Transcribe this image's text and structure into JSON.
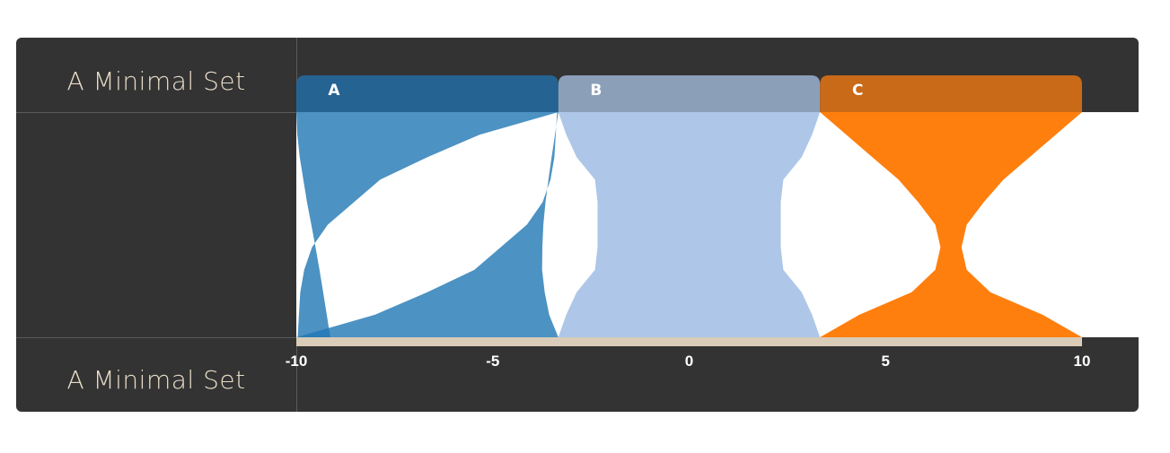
{
  "rows": {
    "top_title": "A Minimal Set",
    "bottom_title": "A Minimal Set"
  },
  "colors": {
    "panel": "#333333",
    "axis_bar": "#d9ccb8",
    "title_text": "#e8dcc8"
  },
  "chart_data": {
    "type": "area",
    "shape": "violin",
    "xlim": [
      -10,
      10
    ],
    "x_ticks": [
      -10,
      -5,
      0,
      5,
      10
    ],
    "x_tick_labels": [
      "-10",
      "-5",
      "0",
      "5",
      "10"
    ],
    "sets": [
      {
        "label": "A",
        "color": "#1f77b4",
        "header_color": "#24679b",
        "x_range": [
          -10,
          -3.33
        ],
        "lobes": [
          {
            "x": [
              -10,
              -9.6,
              -9.4,
              -9.2,
              -9.0,
              -8.0,
              -6.67,
              -5.2,
              -4.0,
              -3.6,
              -3.33
            ],
            "width": [
              1.0,
              0.7,
              0.5,
              0.32,
              0.22,
              0.12,
              0.06,
              0.03,
              0.015,
              0.01,
              0.005
            ]
          },
          {
            "x": [
              -10,
              -9.6,
              -9.3,
              -9.0,
              -8.0,
              -6.67,
              -5.2,
              -4.6,
              -4.4,
              -4.2,
              -3.33
            ],
            "width": [
              0.005,
              0.01,
              0.015,
              0.03,
              0.06,
              0.12,
              0.22,
              0.32,
              0.5,
              0.7,
              1.0
            ]
          }
        ]
      },
      {
        "label": "B",
        "color": "#aec7e8",
        "header_color": "#93a8c4",
        "x_range": [
          -3.33,
          3.33
        ],
        "lobes": [
          {
            "x": [
              -3.33,
              -2.6,
              -2.4,
              -2.0,
              -1.0,
              0,
              1.0,
              2.0,
              2.4,
              2.6,
              3.33
            ],
            "width": [
              1.0,
              0.94,
              0.86,
              0.72,
              0.7,
              0.7,
              0.7,
              0.72,
              0.86,
              0.94,
              1.0
            ]
          }
        ]
      },
      {
        "label": "C",
        "color": "#ff7f0e",
        "header_color": "#d56f16",
        "x_range": [
          3.33,
          10
        ],
        "lobes": [
          {
            "x": [
              3.33,
              4.5,
              5.5,
              6.5,
              7.2,
              7.6,
              7.8,
              8.0,
              8.3,
              9.5,
              10
            ],
            "width": [
              1.0,
              0.8,
              0.6,
              0.4,
              0.25,
              0.12,
              0.08,
              0.12,
              0.3,
              0.7,
              1.0
            ]
          }
        ]
      }
    ]
  }
}
